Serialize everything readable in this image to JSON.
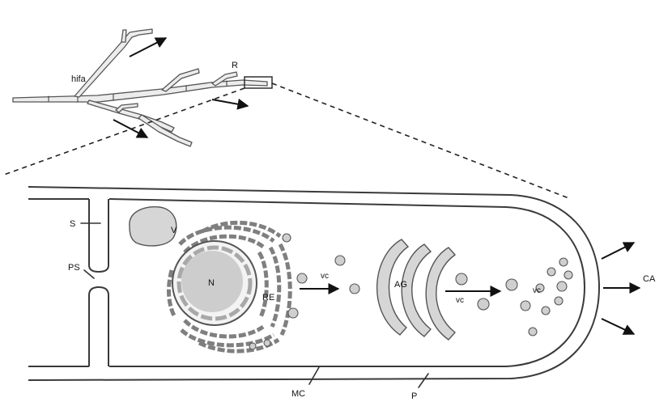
{
  "labels": {
    "hifa": "hifa",
    "R": "R",
    "S": "S",
    "V": "V",
    "PS": "PS",
    "N": "N",
    "RE": "RE",
    "vc1": "vc",
    "AG": "AG",
    "vc2": "vc",
    "vc3": "vc",
    "CA": "CA",
    "MC": "MC",
    "P": "P"
  }
}
